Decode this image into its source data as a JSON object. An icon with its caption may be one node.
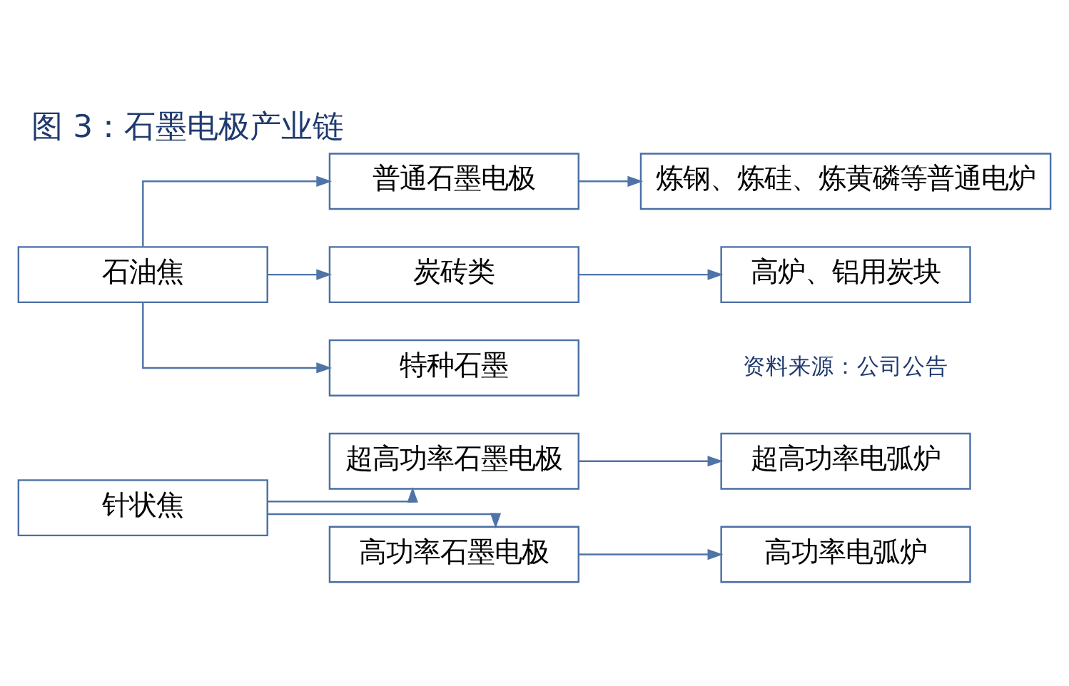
{
  "diagram": {
    "title": "图 3：石墨电极产业链",
    "caption": "资料来源：公司公告",
    "nodes": [
      {
        "text": [
          "针状焦"
        ]
      },
      {
        "text": [
          "石油焦"
        ]
      },
      {
        "text": [
          "超高功率石墨电极"
        ]
      },
      {
        "text": [
          "高功率石墨电极"
        ]
      },
      {
        "text": [
          "普通石墨电极"
        ]
      },
      {
        "text": [
          "炭砖类"
        ]
      },
      {
        "text": [
          "特种石墨"
        ]
      },
      {
        "text": [
          "超高功率电弧炉"
        ]
      },
      {
        "text": [
          "高功率电弧炉"
        ]
      },
      {
        "text": [
          "炼钢、炼硅、炼黄磷等普通电炉"
        ]
      },
      {
        "text": [
          "高炉、铝用炭块"
        ]
      }
    ],
    "edges": [
      {
        "from": 0,
        "to": 2,
        "arrow": "to"
      },
      {
        "from": 0,
        "to": 3,
        "arrow": "to"
      },
      {
        "from": 1,
        "to": 4,
        "arrow": "to"
      },
      {
        "from": 1,
        "to": 5,
        "arrow": "to"
      },
      {
        "from": 1,
        "to": 6,
        "arrow": "to"
      },
      {
        "from": 2,
        "to": 7,
        "arrow": "to"
      },
      {
        "from": 3,
        "to": 8,
        "arrow": "to"
      },
      {
        "from": 4,
        "to": 9,
        "arrow": "to"
      },
      {
        "from": 5,
        "to": 10,
        "arrow": "to"
      }
    ]
  }
}
